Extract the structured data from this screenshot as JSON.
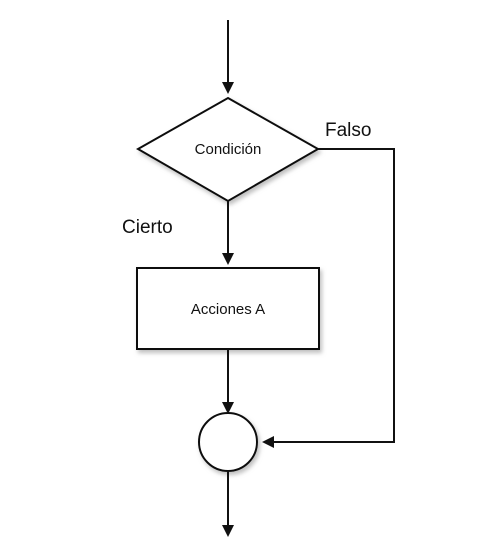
{
  "diagram": {
    "decision_label": "Condición",
    "true_label": "Cierto",
    "false_label": "Falso",
    "action_label": "Acciones A"
  },
  "colors": {
    "stroke": "#111111",
    "fill": "#ffffff",
    "shadow": "#9a9a9a"
  }
}
